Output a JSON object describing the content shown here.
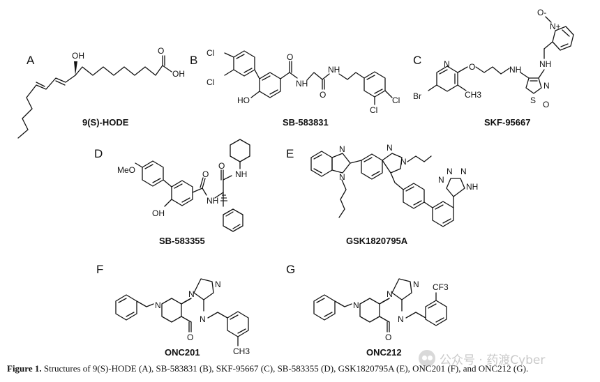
{
  "figure": {
    "panels": [
      {
        "letter": "A",
        "compound": "9(S)-HODE"
      },
      {
        "letter": "B",
        "compound": "SB-583831"
      },
      {
        "letter": "C",
        "compound": "SKF-95667"
      },
      {
        "letter": "D",
        "compound": "SB-583355"
      },
      {
        "letter": "E",
        "compound": "GSK1820795A"
      },
      {
        "letter": "F",
        "compound": "ONC201"
      },
      {
        "letter": "G",
        "compound": "ONC212"
      }
    ],
    "atoms": {
      "oh": "OH",
      "cl": "Cl",
      "ho": "HO",
      "o": "O",
      "nh": "NH",
      "n": "N",
      "h": "H",
      "br": "Br",
      "ch3": "CH3",
      "s": "S",
      "o_minus": "O-",
      "n_plus": "N+",
      "meo": "MeO",
      "cf3": "CF3"
    },
    "caption": {
      "label": "Figure 1.",
      "text": "Structures of 9(S)-HODE (A), SB-583831 (B), SKF-95667 (C), SB-583355 (D), GSK1820795A (E), ONC201 (F), and ONC212 (G)."
    },
    "watermark": {
      "text": "公众号 · 药渡Cyber"
    }
  }
}
